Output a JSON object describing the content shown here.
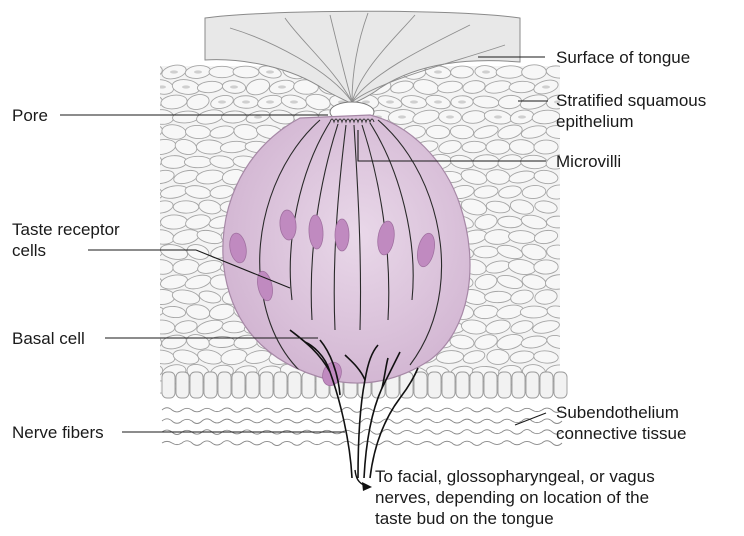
{
  "labels": {
    "surface_of_tongue": "Surface of tongue",
    "stratified_line1": "Stratified squamous",
    "stratified_line2": "epithelium",
    "pore": "Pore",
    "microvilli": "Microvilli",
    "taste_receptor_line1": "Taste receptor",
    "taste_receptor_line2": "cells",
    "basal_cell": "Basal cell",
    "nerve_fibers": "Nerve fibers",
    "subendothelium_line1": "Subendothelium",
    "subendothelium_line2": "connective tissue",
    "to_facial_line1": "To facial, glossopharyngeal, or vagus",
    "to_facial_line2": "nerves, depending on location of the",
    "to_facial_line3": "taste bud on the tongue"
  },
  "colors": {
    "bud_fill": "#dcc4dc",
    "bud_edge": "#b79ab7",
    "nucleus": "#c08ac0",
    "epithelium_fill": "#f3f3f3",
    "cell_line": "#9a9a9a",
    "surface_fill": "#e6e6e6",
    "line": "#1a1a1a"
  }
}
